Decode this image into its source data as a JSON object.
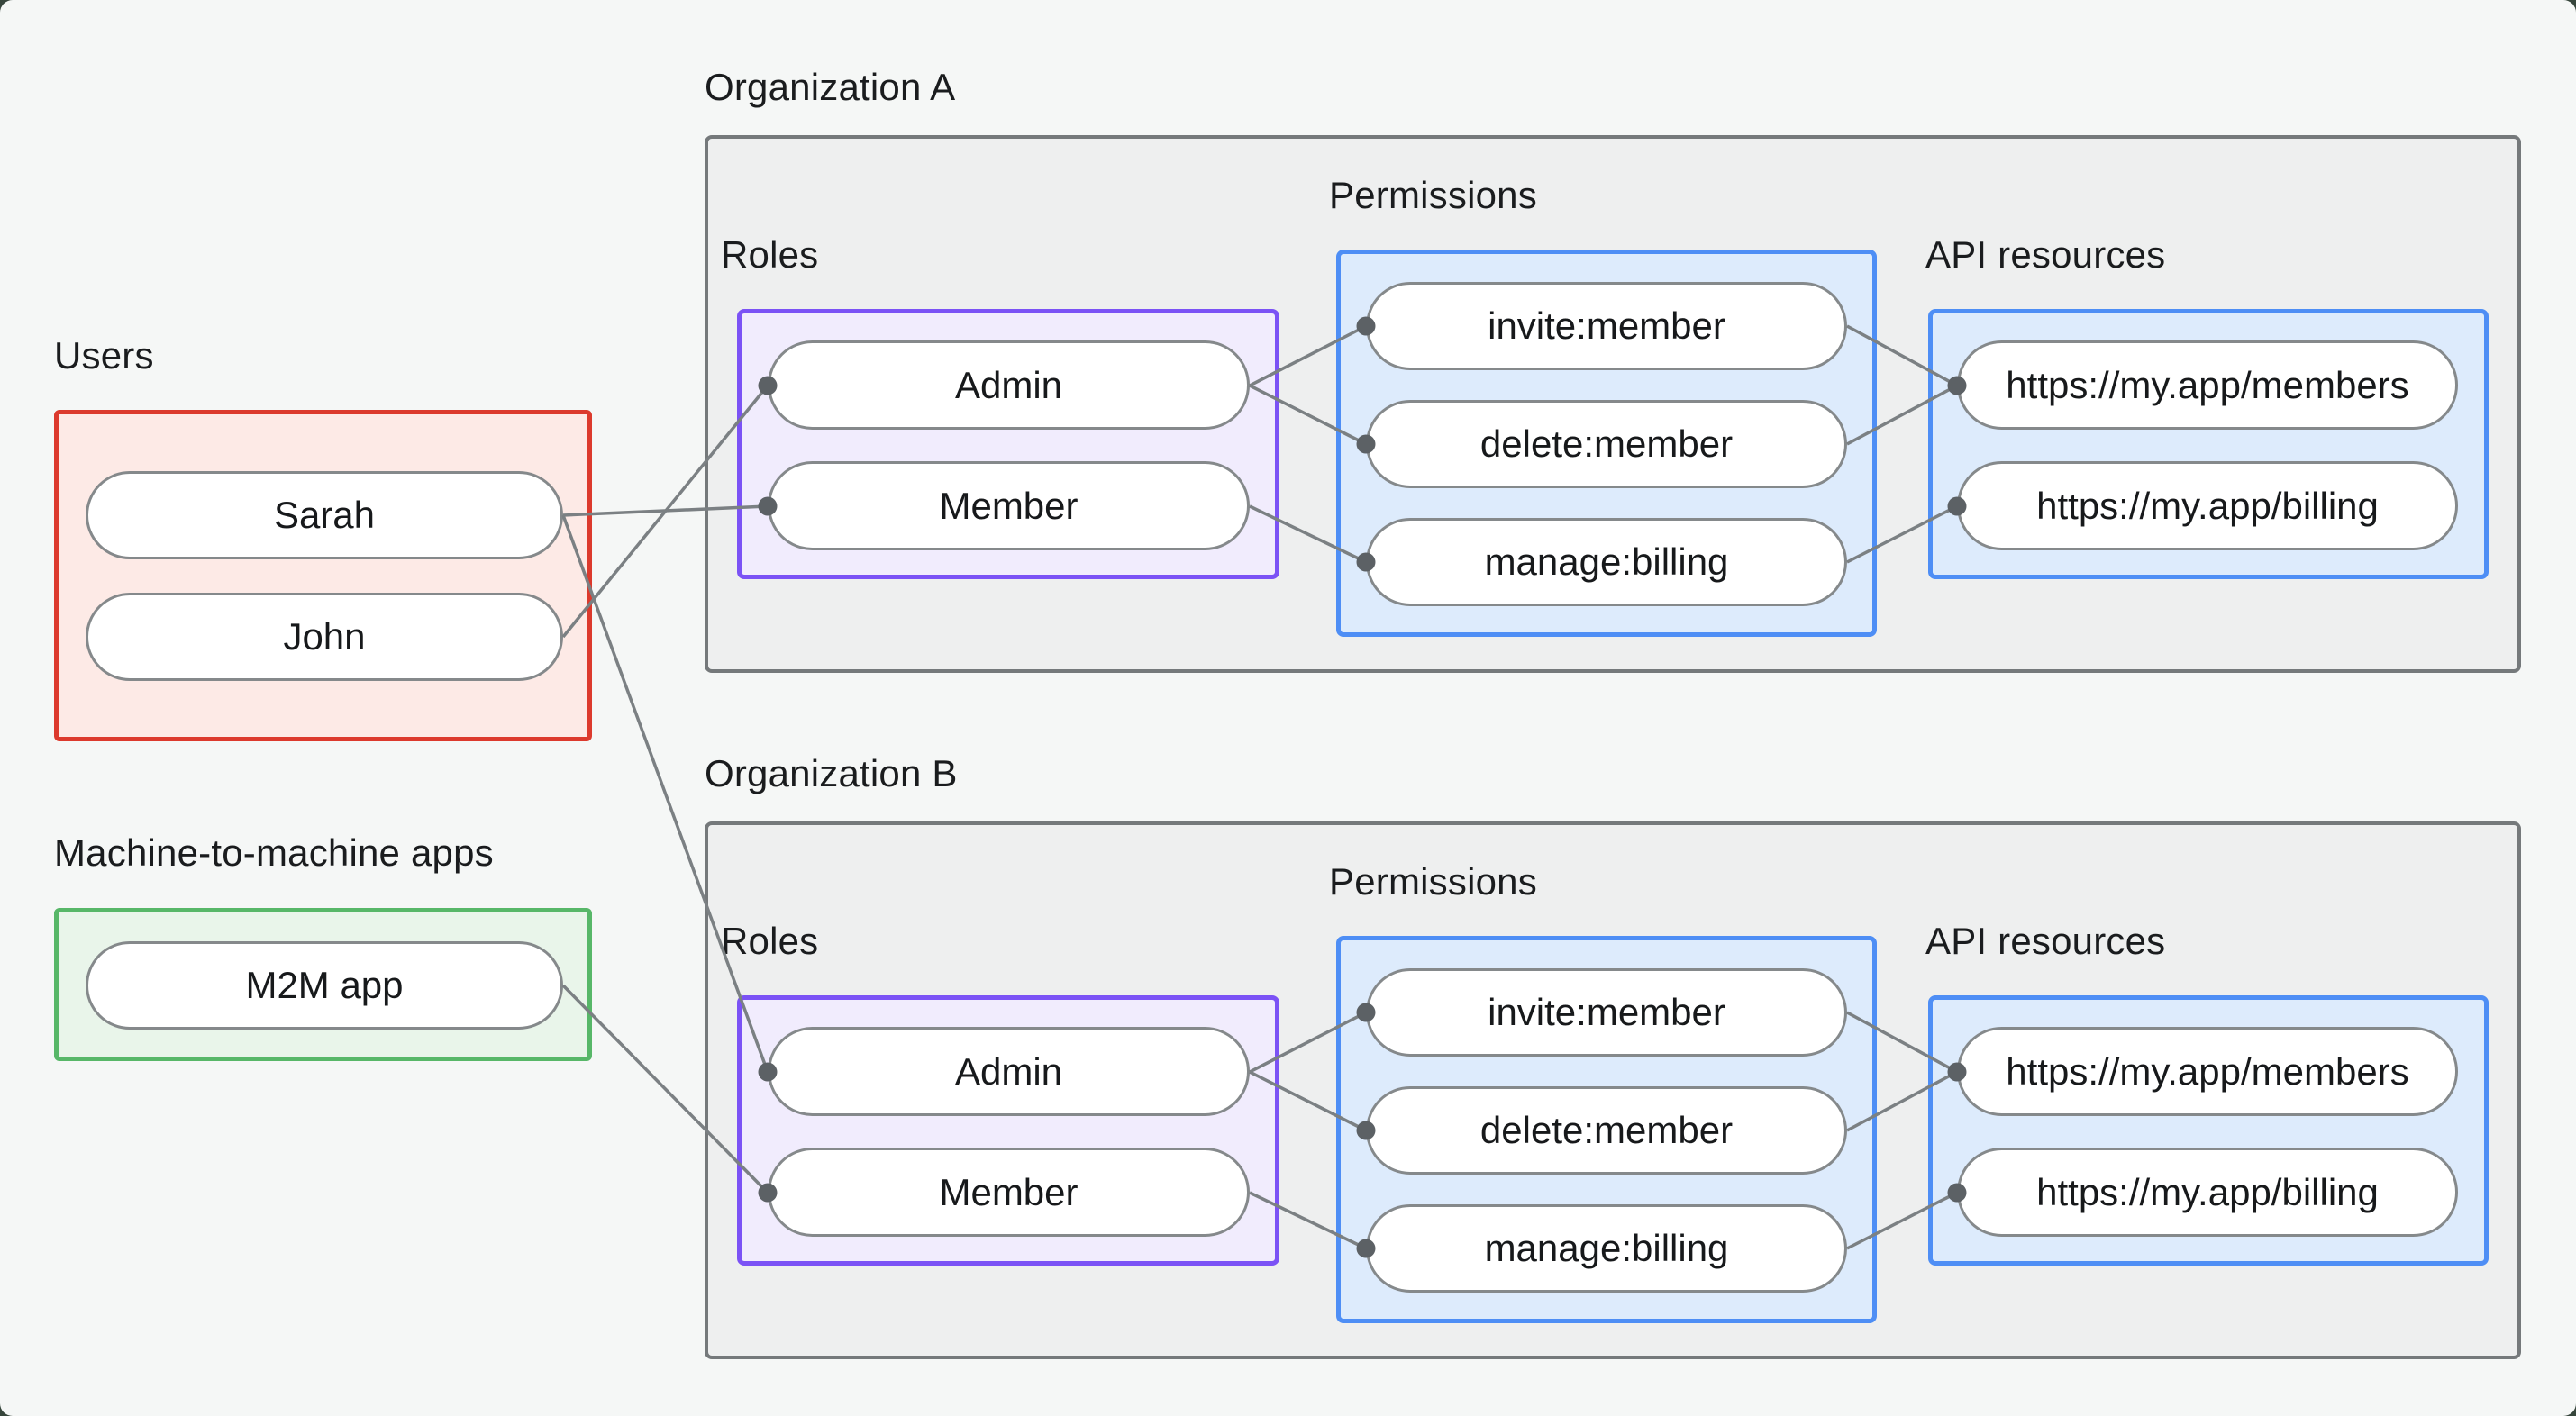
{
  "groups": {
    "users": {
      "label": "Users",
      "items": [
        "Sarah",
        "John"
      ]
    },
    "m2m": {
      "label": "Machine-to-machine apps",
      "items": [
        "M2M app"
      ]
    }
  },
  "organizations": [
    {
      "label": "Organization A",
      "roles": {
        "label": "Roles",
        "items": [
          "Admin",
          "Member"
        ]
      },
      "permissions": {
        "label": "Permissions",
        "items": [
          "invite:member",
          "delete:member",
          "manage:billing"
        ]
      },
      "api_resources": {
        "label": "API resources",
        "items": [
          "https://my.app/members",
          "https://my.app/billing"
        ]
      }
    },
    {
      "label": "Organization B",
      "roles": {
        "label": "Roles",
        "items": [
          "Admin",
          "Member"
        ]
      },
      "permissions": {
        "label": "Permissions",
        "items": [
          "invite:member",
          "delete:member",
          "manage:billing"
        ]
      },
      "api_resources": {
        "label": "API resources",
        "items": [
          "https://my.app/members",
          "https://my.app/billing"
        ]
      }
    }
  ],
  "connections": [
    {
      "from": "Sarah",
      "to": "Organization A > Member"
    },
    {
      "from": "John",
      "to": "Organization A > Admin"
    },
    {
      "from": "Sarah",
      "to": "Organization B > Admin"
    },
    {
      "from": "M2M app",
      "to": "Organization B > Member"
    },
    {
      "from": "Organization A > Admin",
      "to": "Organization A > invite:member"
    },
    {
      "from": "Organization A > Admin",
      "to": "Organization A > delete:member"
    },
    {
      "from": "Organization A > Member",
      "to": "Organization A > manage:billing"
    },
    {
      "from": "Organization A > invite:member",
      "to": "Organization A > https://my.app/members"
    },
    {
      "from": "Organization A > delete:member",
      "to": "Organization A > https://my.app/members"
    },
    {
      "from": "Organization A > manage:billing",
      "to": "Organization A > https://my.app/billing"
    },
    {
      "from": "Organization B > Admin",
      "to": "Organization B > invite:member"
    },
    {
      "from": "Organization B > Admin",
      "to": "Organization B > delete:member"
    },
    {
      "from": "Organization B > Member",
      "to": "Organization B > manage:billing"
    },
    {
      "from": "Organization B > invite:member",
      "to": "Organization B > https://my.app/members"
    },
    {
      "from": "Organization B > delete:member",
      "to": "Organization B > https://my.app/members"
    },
    {
      "from": "Organization B > manage:billing",
      "to": "Organization B > https://my.app/billing"
    }
  ],
  "colors": {
    "background": "#f5f7f6",
    "org_fill": "#eeefef",
    "org_border": "#75797b",
    "users_fill": "#fdeae6",
    "users_border": "#dc3a2d",
    "m2m_fill": "#e9f5ea",
    "m2m_border": "#57b768",
    "roles_fill": "#f1ecfd",
    "roles_border": "#7b52f5",
    "permissions_fill": "#ddebfc",
    "permissions_border": "#4e8ef5",
    "connector_line": "#7b8083",
    "connector_dot": "#5c6165",
    "text": "#1a1c1e"
  }
}
